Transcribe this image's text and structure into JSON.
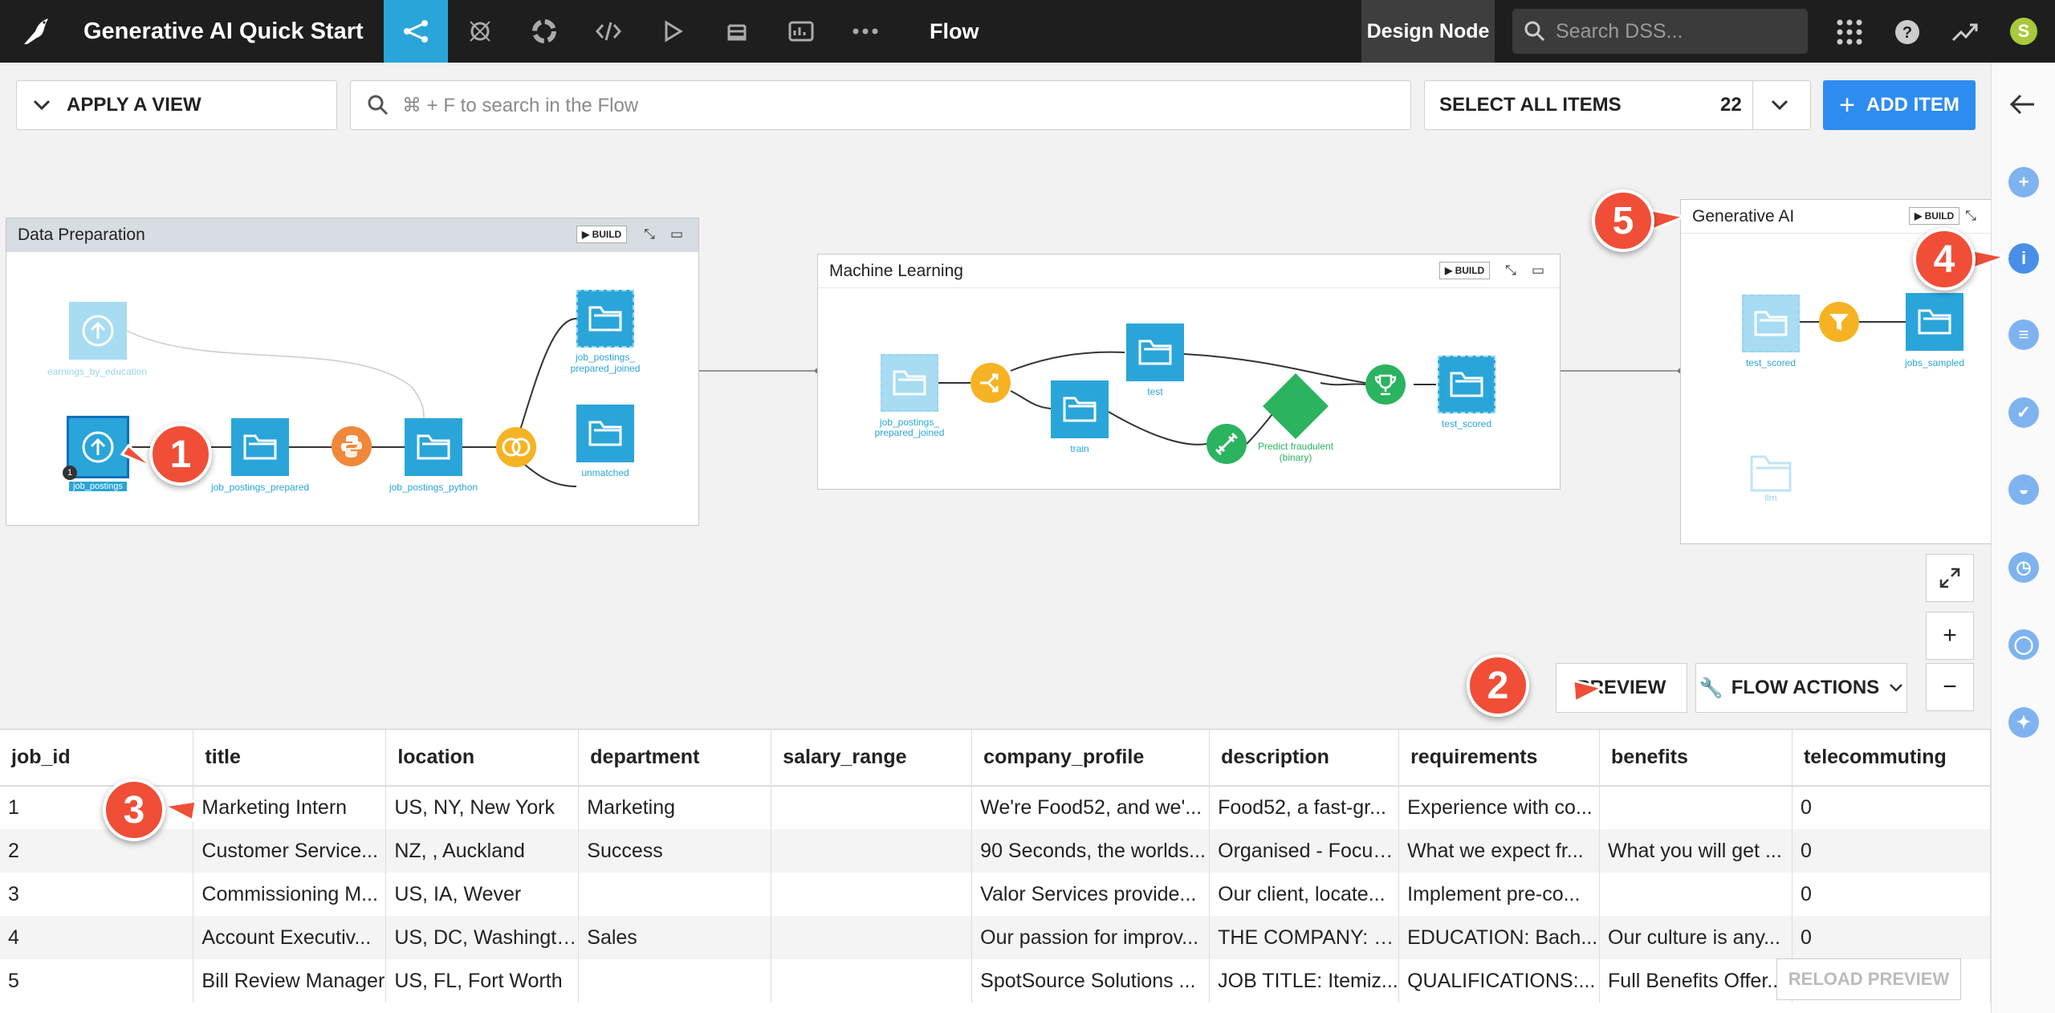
{
  "topbar": {
    "project_title": "Generative AI Quick Start",
    "section": "Flow",
    "node_label": "Design Node",
    "search_placeholder": "Search DSS...",
    "avatar_initial": "S",
    "nav_icons": [
      "flow-icon",
      "lab-icon",
      "deploy-icon",
      "code-icon",
      "run-icon",
      "datasets-icon",
      "dashboard-icon",
      "more-icon"
    ]
  },
  "toolbar": {
    "apply_view": "APPLY A VIEW",
    "flow_search_placeholder": "⌘ + F to search in the Flow",
    "select_all": "SELECT ALL ITEMS",
    "item_count": "22",
    "add_item": "ADD ITEM"
  },
  "zones": {
    "data_prep": {
      "title": "Data Preparation",
      "build": "BUILD"
    },
    "ml": {
      "title": "Machine Learning",
      "build": "BUILD"
    },
    "genai": {
      "title": "Generative AI",
      "build": "BUILD"
    }
  },
  "datasets": {
    "earnings": "earnings_by_education",
    "job_postings": "job_postings",
    "job_postings_prepared": "job_postings_prepared",
    "job_postings_python": "job_postings_python",
    "job_postings_prepared_joined_a": "job_postings_",
    "job_postings_prepared_joined_b": "prepared_joined",
    "unmatched": "unmatched",
    "ml_joined_a": "job_postings_",
    "ml_joined_b": "prepared_joined",
    "test": "test",
    "train": "train",
    "predict_a": "Predict fraudulent",
    "predict_b": "(binary)",
    "test_scored": "test_scored",
    "genai_test_scored": "test_scored",
    "jobs_sampled": "jobs_sampled",
    "llm": "llm",
    "badge": "1"
  },
  "callouts": [
    "1",
    "2",
    "3",
    "4",
    "5"
  ],
  "actions": {
    "preview": "PREVIEW",
    "flow_actions": "FLOW ACTIONS",
    "reload_preview": "RELOAD PREVIEW"
  },
  "table": {
    "columns": [
      "job_id",
      "title",
      "location",
      "department",
      "salary_range",
      "company_profile",
      "description",
      "requirements",
      "benefits",
      "telecommuting"
    ],
    "rows": [
      [
        "1",
        "Marketing Intern",
        "US, NY, New York",
        "Marketing",
        "",
        "We're Food52, and we'...",
        "Food52, a fast-gr...",
        "Experience with co...",
        "",
        "0"
      ],
      [
        "2",
        "Customer Service...",
        "NZ, , Auckland",
        "Success",
        "",
        "90 Seconds, the worlds...",
        "Organised - Focus...",
        "What we expect fr...",
        "What you will get ...",
        "0"
      ],
      [
        "3",
        "Commissioning M...",
        "US, IA, Wever",
        "",
        "",
        "Valor Services provide...",
        "Our client, locate...",
        "Implement pre-co...",
        "",
        "0"
      ],
      [
        "4",
        "Account Executiv...",
        "US, DC, Washington",
        "Sales",
        "",
        "Our passion for improv...",
        "THE COMPANY: E...",
        "EDUCATION: Bach...",
        "Our culture is any...",
        "0"
      ],
      [
        "5",
        "Bill Review Manager",
        "US, FL, Fort Worth",
        "",
        "",
        "SpotSource Solutions ...",
        "JOB TITLE: Itemiz...",
        "QUALIFICATIONS:...",
        "Full Benefits Offer...",
        ""
      ]
    ]
  }
}
